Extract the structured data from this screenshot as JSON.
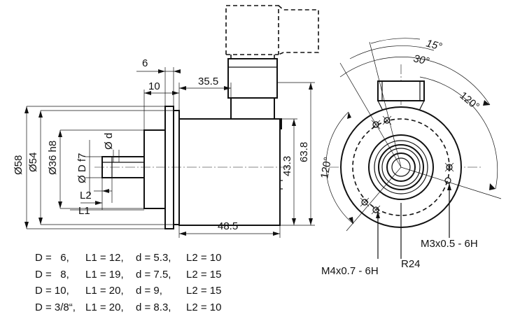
{
  "side_view": {
    "dims": {
      "d6": "6",
      "d10": "10",
      "d35_5": "35.5",
      "d58": "Ø58",
      "d54": "Ø54",
      "d36h8": "Ø36 h8",
      "dDf7": "Ø D f7",
      "dd": "Ø d",
      "L2": "L2",
      "L1": "L1",
      "d48_5": "48.5",
      "d43_3": "43.3",
      "d63_8": "63.8"
    }
  },
  "front_view": {
    "angles": {
      "a15": "15°",
      "a30": "30°",
      "a120_top": "120°",
      "a120_left": "120°"
    },
    "labels": {
      "m3": "M3x0.5 - 6H",
      "m4": "M4x0.7 - 6H",
      "r24": "R24"
    }
  },
  "variants_table": [
    {
      "D": "D =   6,",
      "L1": "L1 = 12,",
      "d": "d = 5.3,",
      "L2": "L2 = 10"
    },
    {
      "D": "D =   8,",
      "L1": "L1 = 19,",
      "d": "d = 7.5,",
      "L2": "L2 = 15"
    },
    {
      "D": "D = 10,",
      "L1": "L1 = 20,",
      "d": "d = 9,",
      "L2": "L2 = 15"
    },
    {
      "D": "D = 3/8“,",
      "L1": "L1 = 20,",
      "d": "d = 8.3,",
      "L2": "L2 = 10"
    }
  ]
}
